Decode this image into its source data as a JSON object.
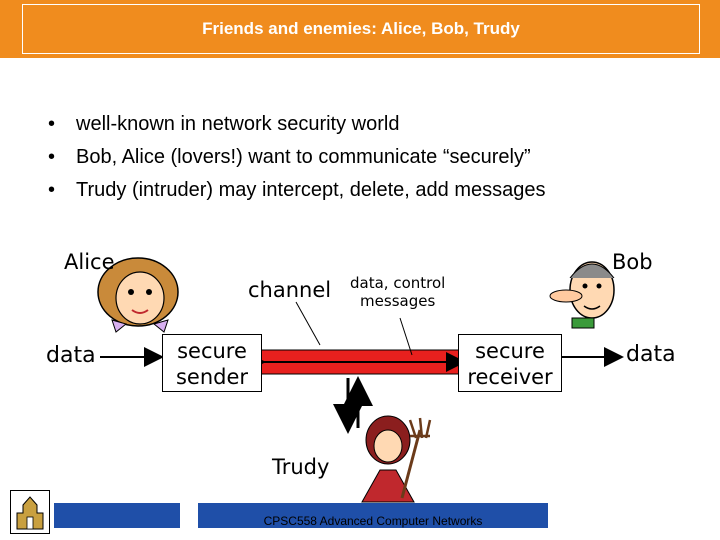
{
  "title": "Friends and enemies: Alice, Bob, Trudy",
  "bullets": [
    "well-known in network security world",
    "Bob, Alice (lovers!) want to communicate “securely”",
    "Trudy (intruder) may intercept, delete, add messages"
  ],
  "diagram": {
    "alice_label": "Alice",
    "bob_label": "Bob",
    "trudy_label": "Trudy",
    "channel_label": "channel",
    "data_control_line1": "data, control",
    "data_control_line2": "messages",
    "data_left": "data",
    "data_right": "data",
    "sender_line1": "secure",
    "sender_line2": "sender",
    "receiver_line1": "secure",
    "receiver_line2": "receiver"
  },
  "footer": {
    "course": "CPSC558 Advanced Computer Networks"
  },
  "colors": {
    "title_bar": "#f08c1e",
    "channel": "#e8201e",
    "footer": "#1f4fa8"
  }
}
